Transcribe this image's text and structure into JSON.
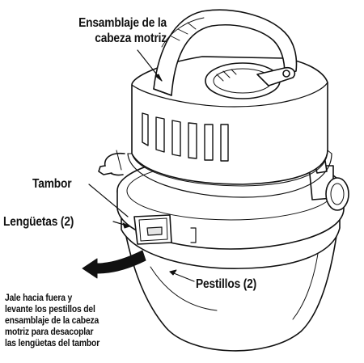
{
  "labels": {
    "head_assembly_line1": "Ensamblaje de la",
    "head_assembly_line2": "cabeza motriz",
    "drum": "Tambor",
    "tabs": "Lengüetas (2)",
    "latches": "Pestillos (2)",
    "instruction_lines": [
      "Jale hacia fuera y",
      "levante los pestillos del",
      "ensamblaje de la cabeza",
      "motriz para desacoplar",
      "las lengüetas del tambor"
    ]
  },
  "icons": {
    "pull_arrow": "curved-arrow-left-icon"
  },
  "colors": {
    "line": "#111111",
    "fill": "#ffffff",
    "shade": "#e6e6e6"
  }
}
